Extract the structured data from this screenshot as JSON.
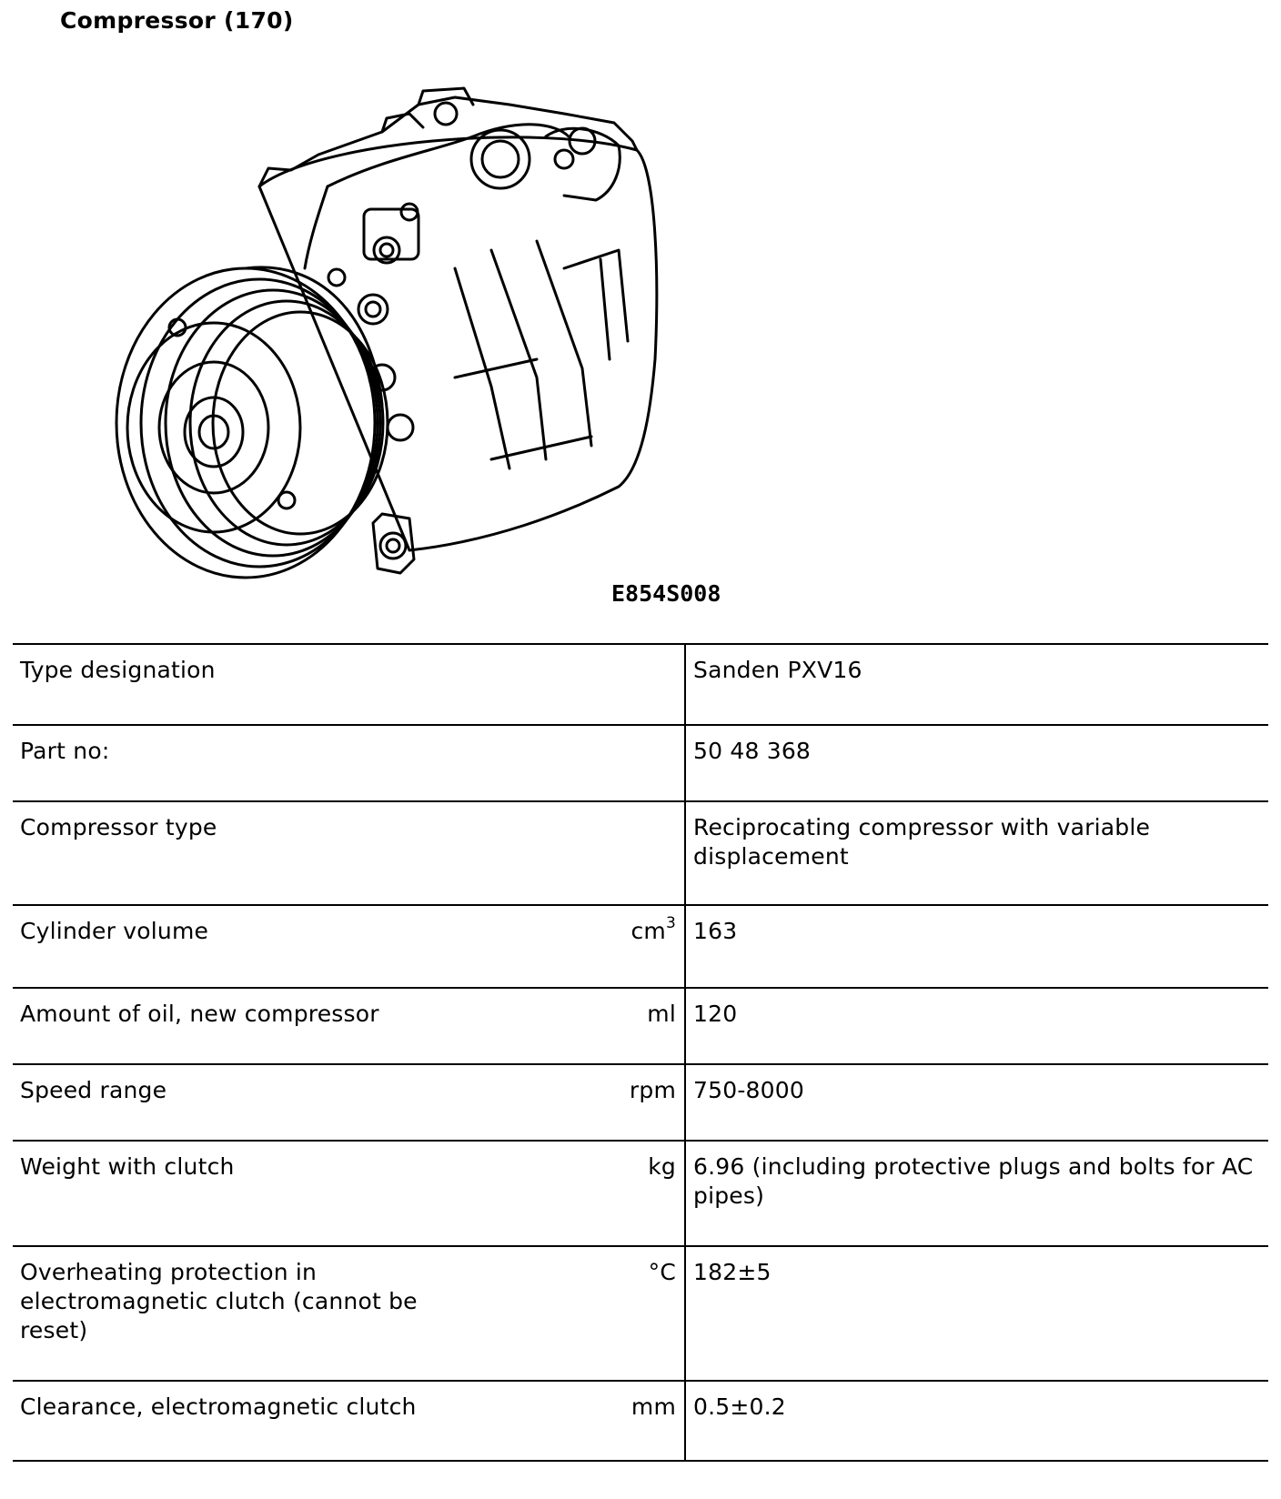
{
  "title": "Compressor (170)",
  "figure": {
    "code": "E854S008",
    "icon": "ac-compressor-line-drawing"
  },
  "specs": [
    {
      "label": "Type designation",
      "unit": "",
      "unit_sup": "",
      "value": "Sanden PXV16"
    },
    {
      "label": "Part no:",
      "unit": "",
      "unit_sup": "",
      "value": "50 48 368"
    },
    {
      "label": "Compressor type",
      "unit": "",
      "unit_sup": "",
      "value": "Reciprocating compressor with variable displacement"
    },
    {
      "label": "Cylinder volume",
      "unit": "cm",
      "unit_sup": "3",
      "value": "163"
    },
    {
      "label": "Amount of oil, new compressor",
      "unit": "ml",
      "unit_sup": "",
      "value": "120"
    },
    {
      "label": "Speed range",
      "unit": "rpm",
      "unit_sup": "",
      "value": "750-8000"
    },
    {
      "label": "Weight with clutch",
      "unit": "kg",
      "unit_sup": "",
      "value": "6.96 (including protective plugs and bolts for AC pipes)"
    },
    {
      "label": "Overheating protection in electromagnetic clutch (cannot be reset)",
      "unit": "°C",
      "unit_sup": "",
      "value": "182±5"
    },
    {
      "label": "Clearance, electromagnetic clutch",
      "unit": "mm",
      "unit_sup": "",
      "value": "0.5±0.2"
    }
  ]
}
